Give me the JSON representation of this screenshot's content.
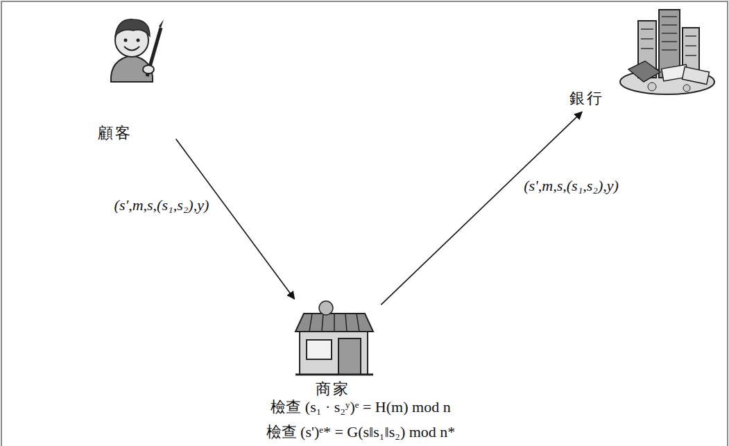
{
  "diagram": {
    "nodes": [
      {
        "text": [
          "顧客"
        ]
      },
      {
        "text": [
          "銀行"
        ]
      },
      {
        "text": [
          "商家"
        ]
      }
    ],
    "edges": [
      {
        "from": 0,
        "to": 2,
        "arrow": "to",
        "label": "(s',m,s,(s₁,s₂),y)"
      },
      {
        "from": 2,
        "to": 1,
        "arrow": "to",
        "label": "(s',m,s,(s₁,s₂),y)"
      }
    ],
    "labels": [
      "檢查 (s₁ · s₂ʸ)ᵉ = H(m) mod n",
      "檢查 (s')ᵉ* = G(s‖s₁‖s₂) mod n*"
    ]
  }
}
